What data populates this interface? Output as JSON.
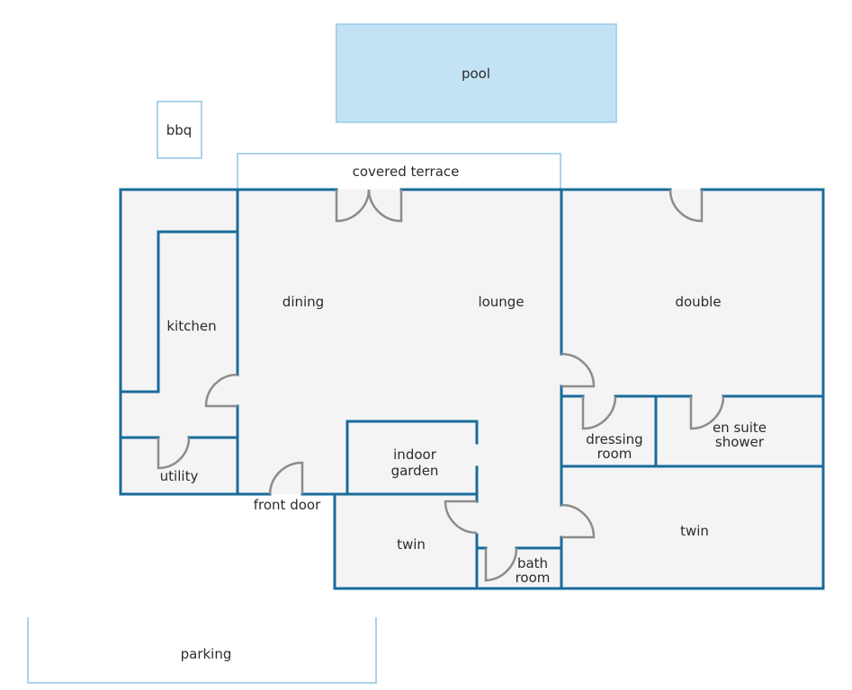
{
  "colors": {
    "wall": "#1a6b9b",
    "outdoor_line": "#a9d3ea",
    "pool_fill": "#c3e3f5",
    "floor": "#f4f4f4",
    "door": "#8c8c8c",
    "text": "#2b2b2b"
  },
  "labels": {
    "pool": "pool",
    "bbq": "bbq",
    "covered_terrace": "covered terrace",
    "kitchen": "kitchen",
    "dining": "dining",
    "lounge": "lounge",
    "double": "double",
    "utility": "utility",
    "indoor_garden_1": "indoor",
    "indoor_garden_2": "garden",
    "dressing_room_1": "dressing",
    "dressing_room_2": "room",
    "en_suite_1": "en suite",
    "en_suite_2": "shower",
    "front_door": "front door",
    "twin_left": "twin",
    "twin_right": "twin",
    "bathroom_1": "bath",
    "bathroom_2": "room",
    "parking": "parking"
  }
}
